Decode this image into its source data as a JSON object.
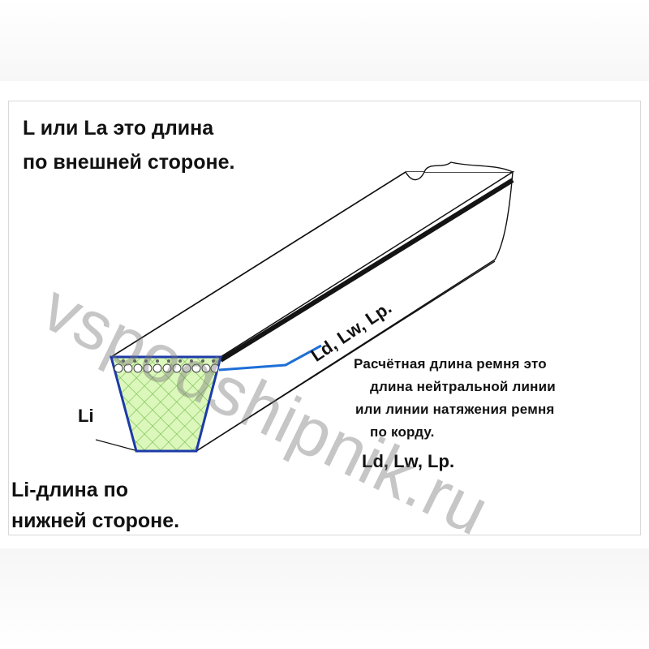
{
  "labels": {
    "outer_line1": "L или La это длина",
    "outer_line2": "по внешней стороне.",
    "pitch_marker": "Ld, Lw, Lp.",
    "li_marker": "Li",
    "inner_line1": "Li-длина по",
    "inner_line2": "нижней стороне.",
    "desc_line1": "Расчётная длина ремня это",
    "desc_line2": "длина нейтральной линии",
    "desc_line3": "или линии натяжения ремня",
    "desc_line4": "по корду.",
    "desc_line5": "Ld, Lw, Lp."
  },
  "watermark": "vspodshipnik.ru",
  "colors": {
    "outline": "#111111",
    "belt_edge": "#1a1a1a",
    "cross_section_fill": "#d9f5b5",
    "mesh": "#7fc45a",
    "pitch_line": "#1e6fd6",
    "section_border": "#1d3aa8",
    "watermark": "#8a8a8a"
  }
}
